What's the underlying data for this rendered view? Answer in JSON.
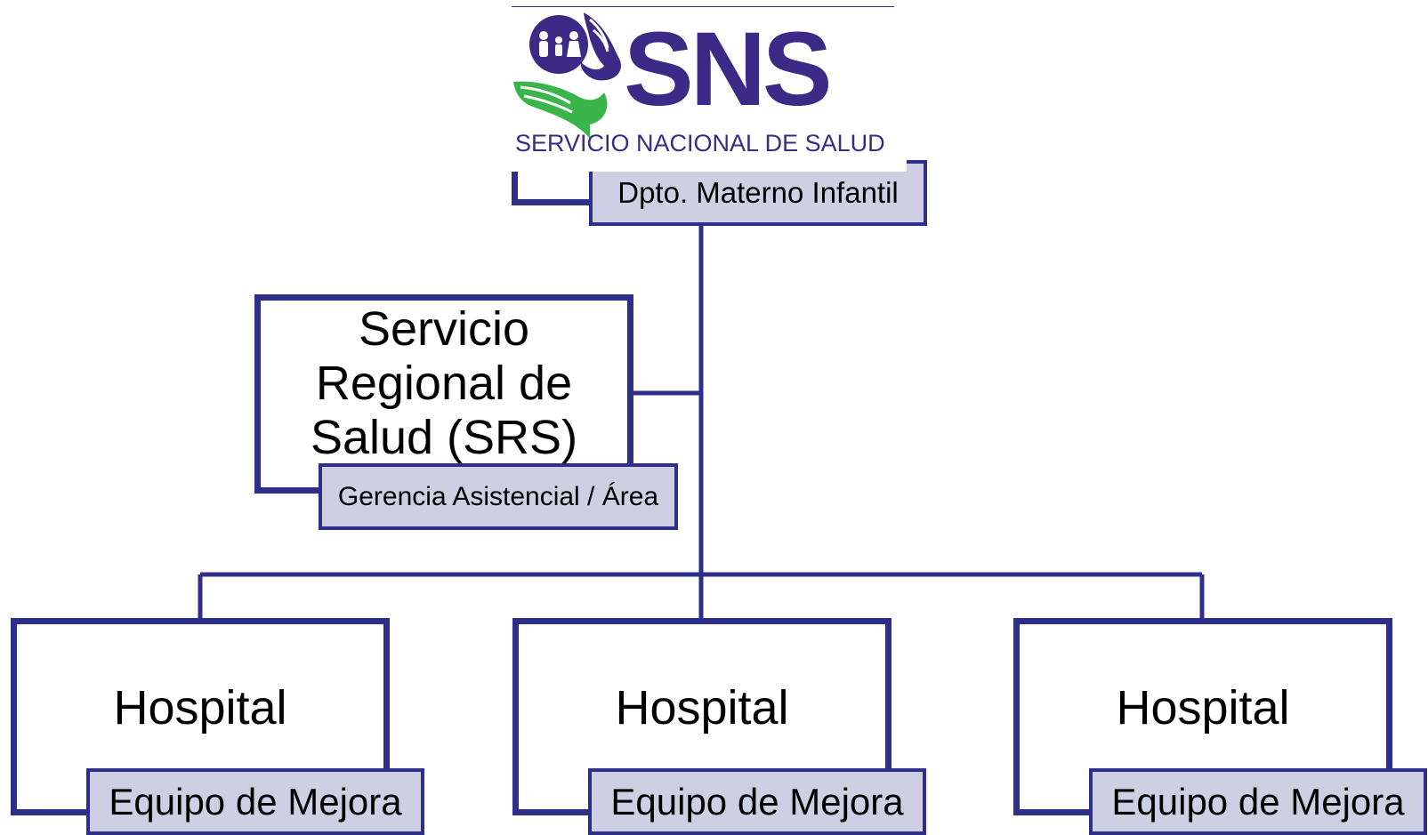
{
  "logo": {
    "brand": "SNS",
    "tagline": "SERVICIO NACIONAL DE SALUD",
    "colors": {
      "purple": "#3c2a87",
      "green": "#39b54a"
    }
  },
  "top_node": {
    "label": "",
    "subtitle": "Dpto. Materno Infantil"
  },
  "regional_node": {
    "title": "Servicio Regional de Salud (SRS)",
    "subtitle": "Gerencia Asistencial / Área"
  },
  "hospitals": [
    {
      "title": "Hospital",
      "subtitle": "Equipo de Mejora"
    },
    {
      "title": "Hospital",
      "subtitle": "Equipo de Mejora"
    },
    {
      "title": "Hospital",
      "subtitle": "Equipo de Mejora"
    }
  ],
  "colors": {
    "border": "#2e2f8a",
    "sub_fill": "#cfcfe3",
    "text": "#000000"
  }
}
